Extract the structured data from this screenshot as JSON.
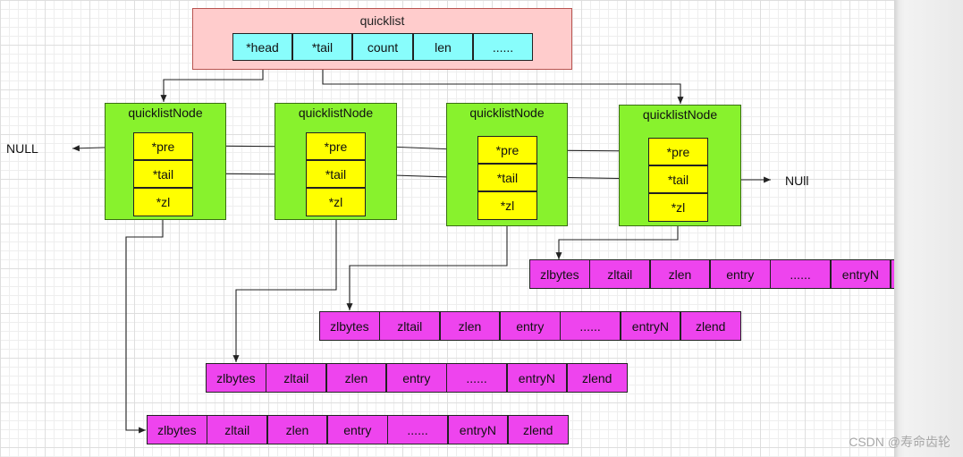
{
  "quicklist": {
    "title": "quicklist",
    "fields": [
      "*head",
      "*tail",
      "count",
      "len",
      "......"
    ]
  },
  "nodes": [
    {
      "title": "quicklistNode",
      "fields": [
        "*pre",
        "*tail",
        "*zl"
      ]
    },
    {
      "title": "quicklistNode",
      "fields": [
        "*pre",
        "*tail",
        "*zl"
      ]
    },
    {
      "title": "quicklistNode",
      "fields": [
        "*pre",
        "*tail",
        "*zl"
      ]
    },
    {
      "title": "quicklistNode",
      "fields": [
        "*pre",
        "*tail",
        "*zl"
      ]
    }
  ],
  "ziplists": [
    [
      "zlbytes",
      "zltail",
      "zlen",
      "entry",
      "......",
      "entryN",
      "zlend"
    ],
    [
      "zlbytes",
      "zltail",
      "zlen",
      "entry",
      "......",
      "entryN",
      "zlend"
    ],
    [
      "zlbytes",
      "zltail",
      "zlen",
      "entry",
      "......",
      "entryN",
      "zlend"
    ],
    [
      "zlbytes",
      "zltail",
      "zlen",
      "entry",
      "......",
      "entryN",
      "zlend"
    ]
  ],
  "null_left": "NULL",
  "null_right": "NUll",
  "watermark": "CSDN @寿命齿轮",
  "colors": {
    "quicklist_fill": "#ffcccc",
    "quicklist_field_fill": "#88fdfc",
    "node_fill": "#88f22d",
    "node_field_fill": "#ffff00",
    "ziplist_fill": "#ee44ee"
  }
}
